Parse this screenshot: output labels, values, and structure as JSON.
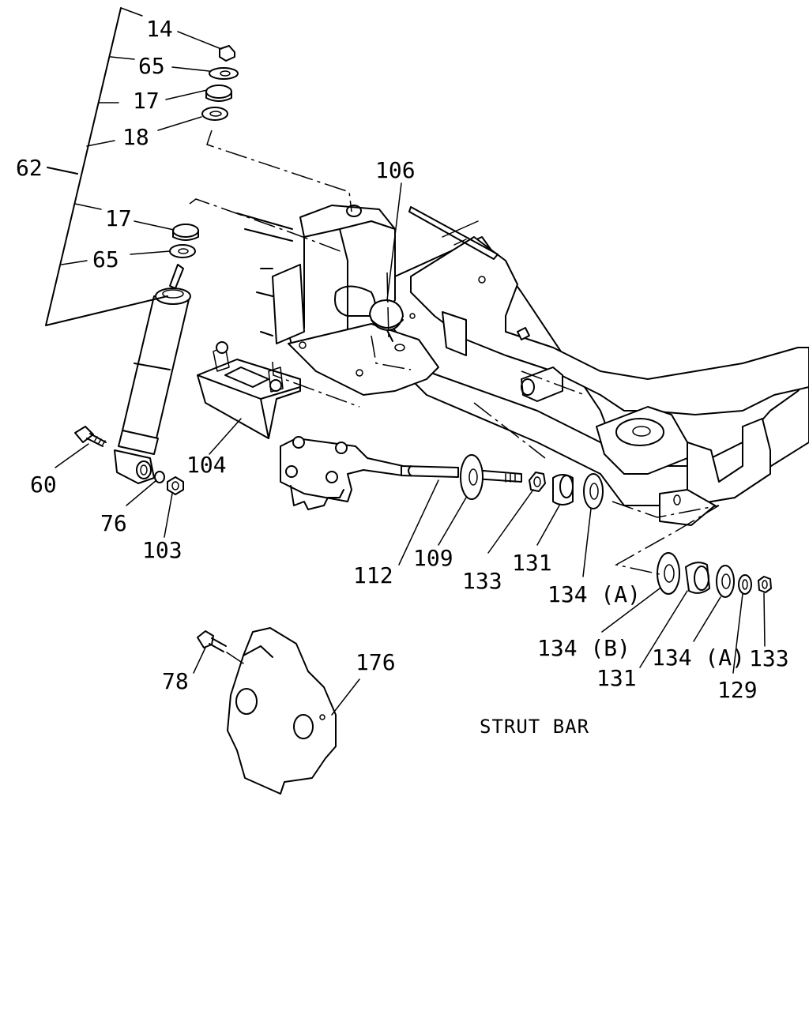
{
  "caption": "STRUT BAR",
  "callouts": {
    "c14": "14",
    "c65a": "65",
    "c17a": "17",
    "c18": "18",
    "c62": "62",
    "c17b": "17",
    "c65b": "65",
    "c106": "106",
    "c104": "104",
    "c60": "60",
    "c76": "76",
    "c103": "103",
    "c112": "112",
    "c109": "109",
    "c133a": "133",
    "c131a": "131",
    "c134a1": "134 (A)",
    "c134b": "134 (B)",
    "c131b": "131",
    "c134a2": "134 (A)",
    "c129": "129",
    "c133b": "133",
    "c78": "78",
    "c176": "176"
  }
}
